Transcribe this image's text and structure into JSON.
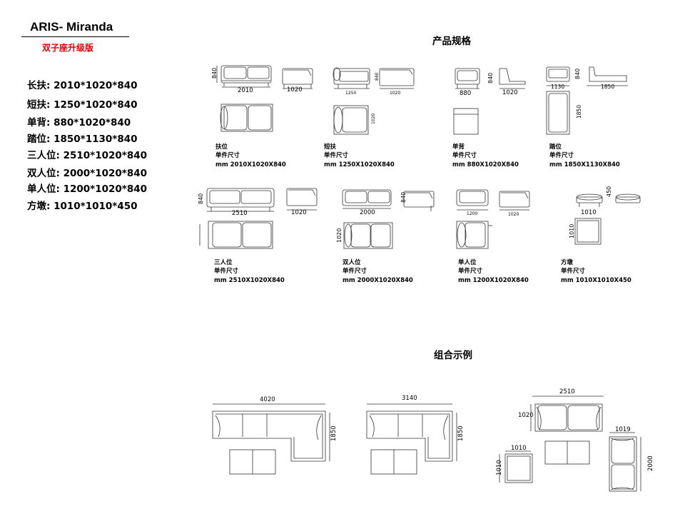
{
  "header": {
    "title": "ARIS- Miranda",
    "subtitle": "双子座升级版"
  },
  "specs": [
    "长扶: 2010*1020*840",
    "短扶: 1250*1020*840",
    "单背: 880*1020*840",
    "踏位: 1850*1130*840",
    "三人位: 2510*1020*840",
    "双人位: 2000*1020*840",
    "单人位: 1200*1020*840",
    "方墩: 1010*1010*450"
  ],
  "sections": {
    "product_specs": "产品规格",
    "combo_examples": "组合示例"
  },
  "units": {
    "armrest": {
      "name": "扶位",
      "label": "单件尺寸",
      "size": "mm  2010X1020X840",
      "w": "2010",
      "d": "1020",
      "h": "840"
    },
    "short_arm": {
      "name": "短扶",
      "label": "单件尺寸",
      "size": "mm  1250X1020X840",
      "w": "1250",
      "d": "1020",
      "h": "840",
      "d2": "1020"
    },
    "single_back": {
      "name": "单背",
      "label": "单件尺寸",
      "size": "mm  880X1020X840",
      "w": "880",
      "d": "1020",
      "h": "840"
    },
    "chaise": {
      "name": "踏位",
      "label": "单件尺寸",
      "size": "mm  1850X1130X840",
      "w": "1130",
      "d": "1850",
      "h": "840",
      "l": "1850"
    },
    "three_seat": {
      "name": "三人位",
      "label": "单件尺寸",
      "size": "mm  2510X1020X840",
      "w": "2510",
      "d": "1020",
      "h": "840"
    },
    "two_seat": {
      "name": "双人位",
      "label": "单件尺寸",
      "size": "mm  2000X1020X840",
      "w": "2000",
      "d": "1020",
      "h": "840",
      "d2": "1020"
    },
    "one_seat": {
      "name": "单人位",
      "label": "单件尺寸",
      "size": "mm  1200X1020X840",
      "w": "1200",
      "d": "1020"
    },
    "ottoman": {
      "name": "方墩",
      "label": "单件尺寸",
      "size": "mm  1010X1010X450",
      "w": "1010",
      "d": "1010",
      "h": "450"
    }
  },
  "combos": {
    "combo_a": {
      "width": "4020",
      "depth": "1850"
    },
    "combo_b": {
      "width": "3140",
      "depth": "1850"
    },
    "combo_c": {
      "width": "2510",
      "depth": "1020",
      "side_w": "1019",
      "side_l": "2000",
      "ottoman_w": "1010",
      "ottoman_d": "1010"
    }
  }
}
